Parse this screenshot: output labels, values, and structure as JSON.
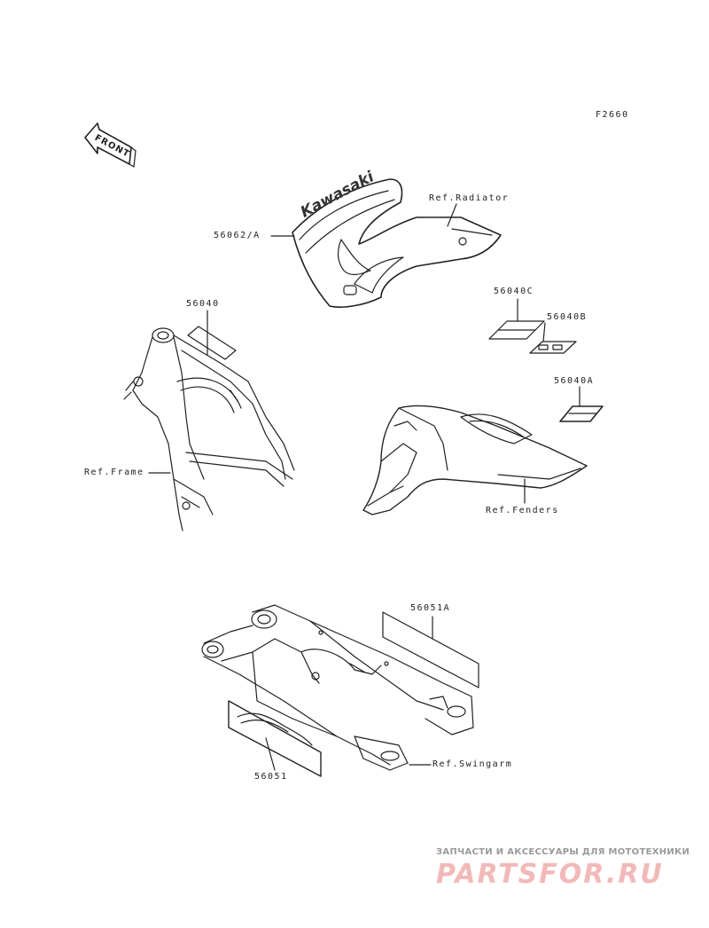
{
  "diagram": {
    "code": "F2660",
    "front_label": "FRONT",
    "decal_brand": "Kawasaki",
    "callouts": {
      "ref_radiator": "Ref.Radiator",
      "p56062a": "56062/A",
      "p56040c": "56040C",
      "p56040b": "56040B",
      "p56040": "56040",
      "p56040a": "56040A",
      "ref_frame": "Ref.Frame",
      "ref_fenders": "Ref.Fenders",
      "p56051a": "56051A",
      "ref_swingarm": "Ref.Swingarm",
      "p56051": "56051"
    }
  },
  "watermark": {
    "caption": "ЗАПЧАСТИ И АКСЕССУАРЫ ДЛЯ МОТОТЕХНИКИ",
    "logo": "PARTSFOR.RU"
  },
  "colors": {
    "line": "#222222",
    "watermark_red": "#f2b9b9",
    "watermark_gray": "#9a9a9a"
  }
}
